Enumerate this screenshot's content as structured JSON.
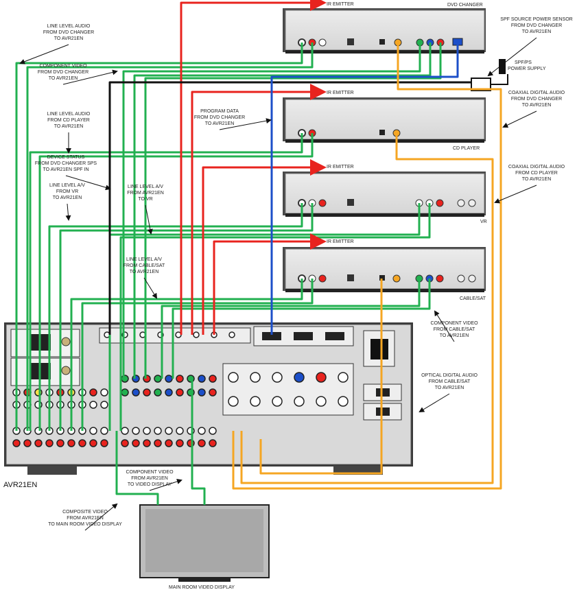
{
  "wire_colors": {
    "green": "#22b050",
    "red": "#e8231e",
    "black": "#111111",
    "blue": "#1c4fc9",
    "orange": "#f5a623"
  },
  "devices": {
    "dvd_changer": {
      "title": "DVD CHANGER",
      "ir": "IR EMITTER"
    },
    "cd_player": {
      "title": "CD PLAYER",
      "ir": "IR EMITTER"
    },
    "vcr": {
      "title": "VR",
      "ir": "IR EMITTER"
    },
    "cable_sat": {
      "title": "CABLE/SAT",
      "ir": "IR EMITTER"
    },
    "power_supply": {
      "title": "SPF/PS POWER SUPPLY"
    },
    "receiver": {
      "title": "AVR21EN"
    },
    "tv": {
      "title": "MAIN ROOM VIDEO DISPLAY"
    }
  },
  "callouts": {
    "line_audio_dvd": [
      "LINE LEVEL AUDIO",
      "FROM DVD CHANGER",
      "TO AVR21EN"
    ],
    "component_dvd": [
      "COMPONENT VIDEO",
      "FROM DVD CHANGER",
      "TO AVR21EN"
    ],
    "line_audio_cd": [
      "LINE LEVEL AUDIO",
      "FROM CD PLAYER",
      "TO AVR21EN"
    ],
    "program_data": [
      "PROGRAM DATA",
      "FROM DVD CHANGER",
      "TO AVR21EN"
    ],
    "device_status": [
      "DEVICE STATUS",
      "FROM DVD CHANGER SPS",
      "TO AVR21EN SPF IN"
    ],
    "line_av_vr": [
      "LINE LEVEL A/V",
      "FROM VR",
      "TO AVR21EN"
    ],
    "line_av_to_vr": [
      "LINE LEVEL A/V",
      "FROM AVR21EN",
      "TO VR"
    ],
    "line_av_cable": [
      "LINE LEVEL A/V",
      "FROM CABLE/SAT",
      "TO AVR21EN"
    ],
    "spf_sensor": [
      "SPF SOURCE POWER SENSOR",
      "FROM DVD CHANGER",
      "TO AVR21EN"
    ],
    "coax_dvd": [
      "COAXIAL DIGITAL AUDIO",
      "FROM DVD CHANGER",
      "TO AVR21EN"
    ],
    "coax_cd": [
      "COAXIAL DIGITAL AUDIO",
      "FROM CD PLAYER",
      "TO AVR21EN"
    ],
    "component_cable": [
      "COMPONENT VIDEO",
      "FROM CABLE/SAT",
      "TO AVR21EN"
    ],
    "optical_cable": [
      "OPTICAL DIGITAL AUDIO",
      "FROM CABLE/SAT",
      "TO AVR21EN"
    ],
    "component_to_display": [
      "COMPONENT VIDEO",
      "FROM AVR21EN",
      "TO VIDEO DISPLAY"
    ],
    "composite_to_display": [
      "COMPOSITE VIDEO",
      "FROM AVR21EN",
      "TO MAIN ROOM VIDEO DISPLAY"
    ]
  }
}
